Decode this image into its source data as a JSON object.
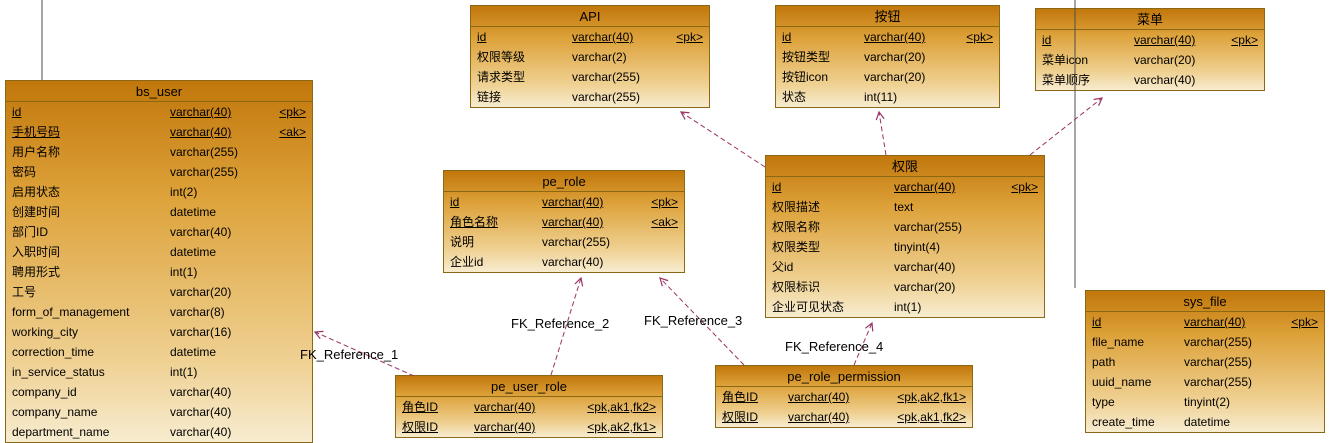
{
  "palette": {
    "table_gradient_top": "#c1770b",
    "table_gradient_bottom": "#f7ecd0",
    "table_border": "#8b6914",
    "reference_line": "#993366",
    "edge_line": "#4d4d4d",
    "text": "#000000"
  },
  "tables": [
    {
      "name": "bs_user",
      "columns": [
        {
          "name": "id",
          "type": "varchar(40)",
          "key": "<pk>",
          "underline": true
        },
        {
          "name": "手机号码",
          "type": "varchar(40)",
          "key": "<ak>",
          "underline": true
        },
        {
          "name": "用户名称",
          "type": "varchar(255)",
          "key": "",
          "underline": false
        },
        {
          "name": "密码",
          "type": "varchar(255)",
          "key": "",
          "underline": false
        },
        {
          "name": "启用状态",
          "type": "int(2)",
          "key": "",
          "underline": false
        },
        {
          "name": "创建时间",
          "type": "datetime",
          "key": "",
          "underline": false
        },
        {
          "name": "部门ID",
          "type": "varchar(40)",
          "key": "",
          "underline": false
        },
        {
          "name": "入职时间",
          "type": "datetime",
          "key": "",
          "underline": false
        },
        {
          "name": "聘用形式",
          "type": "int(1)",
          "key": "",
          "underline": false
        },
        {
          "name": "工号",
          "type": "varchar(20)",
          "key": "",
          "underline": false
        },
        {
          "name": "form_of_management",
          "type": "varchar(8)",
          "key": "",
          "underline": false
        },
        {
          "name": "working_city",
          "type": "varchar(16)",
          "key": "",
          "underline": false
        },
        {
          "name": "correction_time",
          "type": "datetime",
          "key": "",
          "underline": false
        },
        {
          "name": "in_service_status",
          "type": "int(1)",
          "key": "",
          "underline": false
        },
        {
          "name": "company_id",
          "type": "varchar(40)",
          "key": "",
          "underline": false
        },
        {
          "name": "company_name",
          "type": "varchar(40)",
          "key": "",
          "underline": false
        },
        {
          "name": "department_name",
          "type": "varchar(40)",
          "key": "",
          "underline": false
        }
      ]
    },
    {
      "name": "API",
      "columns": [
        {
          "name": "id",
          "type": "varchar(40)",
          "key": "<pk>",
          "underline": true
        },
        {
          "name": "权限等级",
          "type": "varchar(2)",
          "key": "",
          "underline": false
        },
        {
          "name": "请求类型",
          "type": "varchar(255)",
          "key": "",
          "underline": false
        },
        {
          "name": "链接",
          "type": "varchar(255)",
          "key": "",
          "underline": false
        }
      ]
    },
    {
      "name": "按钮",
      "columns": [
        {
          "name": "id",
          "type": "varchar(40)",
          "key": "<pk>",
          "underline": true
        },
        {
          "name": "按钮类型",
          "type": "varchar(20)",
          "key": "",
          "underline": false
        },
        {
          "name": "按钮icon",
          "type": "varchar(20)",
          "key": "",
          "underline": false
        },
        {
          "name": "状态",
          "type": "int(11)",
          "key": "",
          "underline": false
        }
      ]
    },
    {
      "name": "菜单",
      "columns": [
        {
          "name": "id",
          "type": "varchar(40)",
          "key": "<pk>",
          "underline": true
        },
        {
          "name": "菜单icon",
          "type": "varchar(20)",
          "key": "",
          "underline": false
        },
        {
          "name": "菜单顺序",
          "type": "varchar(40)",
          "key": "",
          "underline": false
        }
      ]
    },
    {
      "name": "pe_role",
      "columns": [
        {
          "name": "id",
          "type": "varchar(40)",
          "key": "<pk>",
          "underline": true
        },
        {
          "name": "角色名称",
          "type": "varchar(40)",
          "key": "<ak>",
          "underline": true
        },
        {
          "name": "说明",
          "type": "varchar(255)",
          "key": "",
          "underline": false
        },
        {
          "name": "企业id",
          "type": "varchar(40)",
          "key": "",
          "underline": false
        }
      ]
    },
    {
      "name": "权限",
      "columns": [
        {
          "name": "id",
          "type": "varchar(40)",
          "key": "<pk>",
          "underline": true
        },
        {
          "name": "权限描述",
          "type": "text",
          "key": "",
          "underline": false
        },
        {
          "name": "权限名称",
          "type": "varchar(255)",
          "key": "",
          "underline": false
        },
        {
          "name": "权限类型",
          "type": "tinyint(4)",
          "key": "",
          "underline": false
        },
        {
          "name": "父id",
          "type": "varchar(40)",
          "key": "",
          "underline": false
        },
        {
          "name": "权限标识",
          "type": "varchar(20)",
          "key": "",
          "underline": false
        },
        {
          "name": "企业可见状态",
          "type": "int(1)",
          "key": "",
          "underline": false
        }
      ]
    },
    {
      "name": "sys_file",
      "columns": [
        {
          "name": "id",
          "type": "varchar(40)",
          "key": "<pk>",
          "underline": true
        },
        {
          "name": "file_name",
          "type": "varchar(255)",
          "key": "",
          "underline": false
        },
        {
          "name": "path",
          "type": "varchar(255)",
          "key": "",
          "underline": false
        },
        {
          "name": "uuid_name",
          "type": "varchar(255)",
          "key": "",
          "underline": false
        },
        {
          "name": "type",
          "type": "tinyint(2)",
          "key": "",
          "underline": false
        },
        {
          "name": "create_time",
          "type": "datetime",
          "key": "",
          "underline": false
        }
      ]
    },
    {
      "name": "pe_user_role",
      "columns": [
        {
          "name": "角色ID",
          "type": "varchar(40)",
          "key": "<pk,ak1,fk2>",
          "underline": true
        },
        {
          "name": "权限ID",
          "type": "varchar(40)",
          "key": "<pk,ak2,fk1>",
          "underline": true
        }
      ]
    },
    {
      "name": "pe_role_permission",
      "columns": [
        {
          "name": "角色ID",
          "type": "varchar(40)",
          "key": "<pk,ak2,fk1>",
          "underline": true
        },
        {
          "name": "权限ID",
          "type": "varchar(40)",
          "key": "<pk,ak1,fk2>",
          "underline": true
        }
      ]
    }
  ],
  "references": [
    {
      "label": "FK_Reference_1"
    },
    {
      "label": "FK_Reference_2"
    },
    {
      "label": "FK_Reference_3"
    },
    {
      "label": "FK_Reference_4"
    }
  ]
}
